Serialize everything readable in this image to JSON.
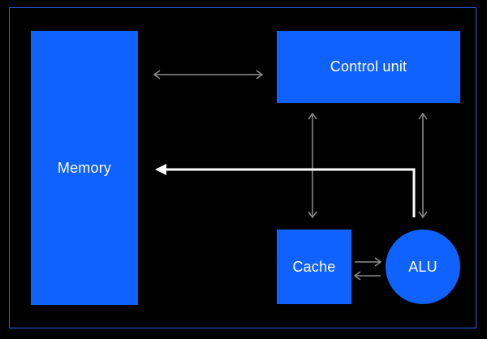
{
  "diagram": {
    "blocks": {
      "memory": "Memory",
      "control_unit": "Control unit",
      "cache": "Cache",
      "alu": "ALU"
    }
  },
  "colors": {
    "background": "#000000",
    "frame": "#2f5fe8",
    "block": "#0f62fe",
    "arrow_grey": "#8d8d8d",
    "arrow_white": "#ffffff",
    "label_text": "#ffffff"
  }
}
